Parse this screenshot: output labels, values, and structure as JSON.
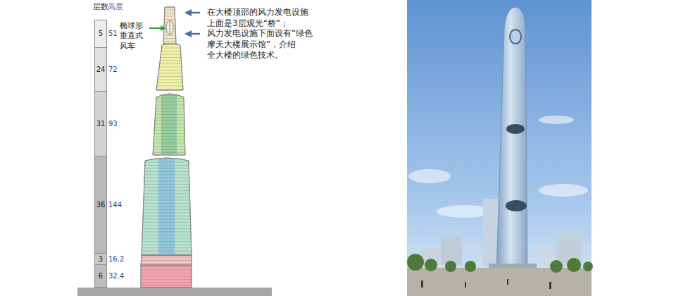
{
  "diagram": {
    "nodes": [
      {
        "text": [
          "5",
          "51"
        ]
      },
      {
        "text": [
          "24",
          "72"
        ]
      },
      {
        "text": [
          "31",
          "93"
        ]
      },
      {
        "text": [
          "36",
          "144"
        ]
      },
      {
        "text": [
          "3",
          "16.2"
        ]
      },
      {
        "text": [
          "6",
          "32.4"
        ]
      }
    ],
    "labels": [
      "层数",
      "高度",
      "椭球形 垂直式 风车",
      "在大楼顶部的风力发电设施 上面是3层观光“桥”；",
      "风力发电设施下面设有“绿色 摩天大楼展示馆”，介绍 全大楼的绿色技术。"
    ]
  }
}
